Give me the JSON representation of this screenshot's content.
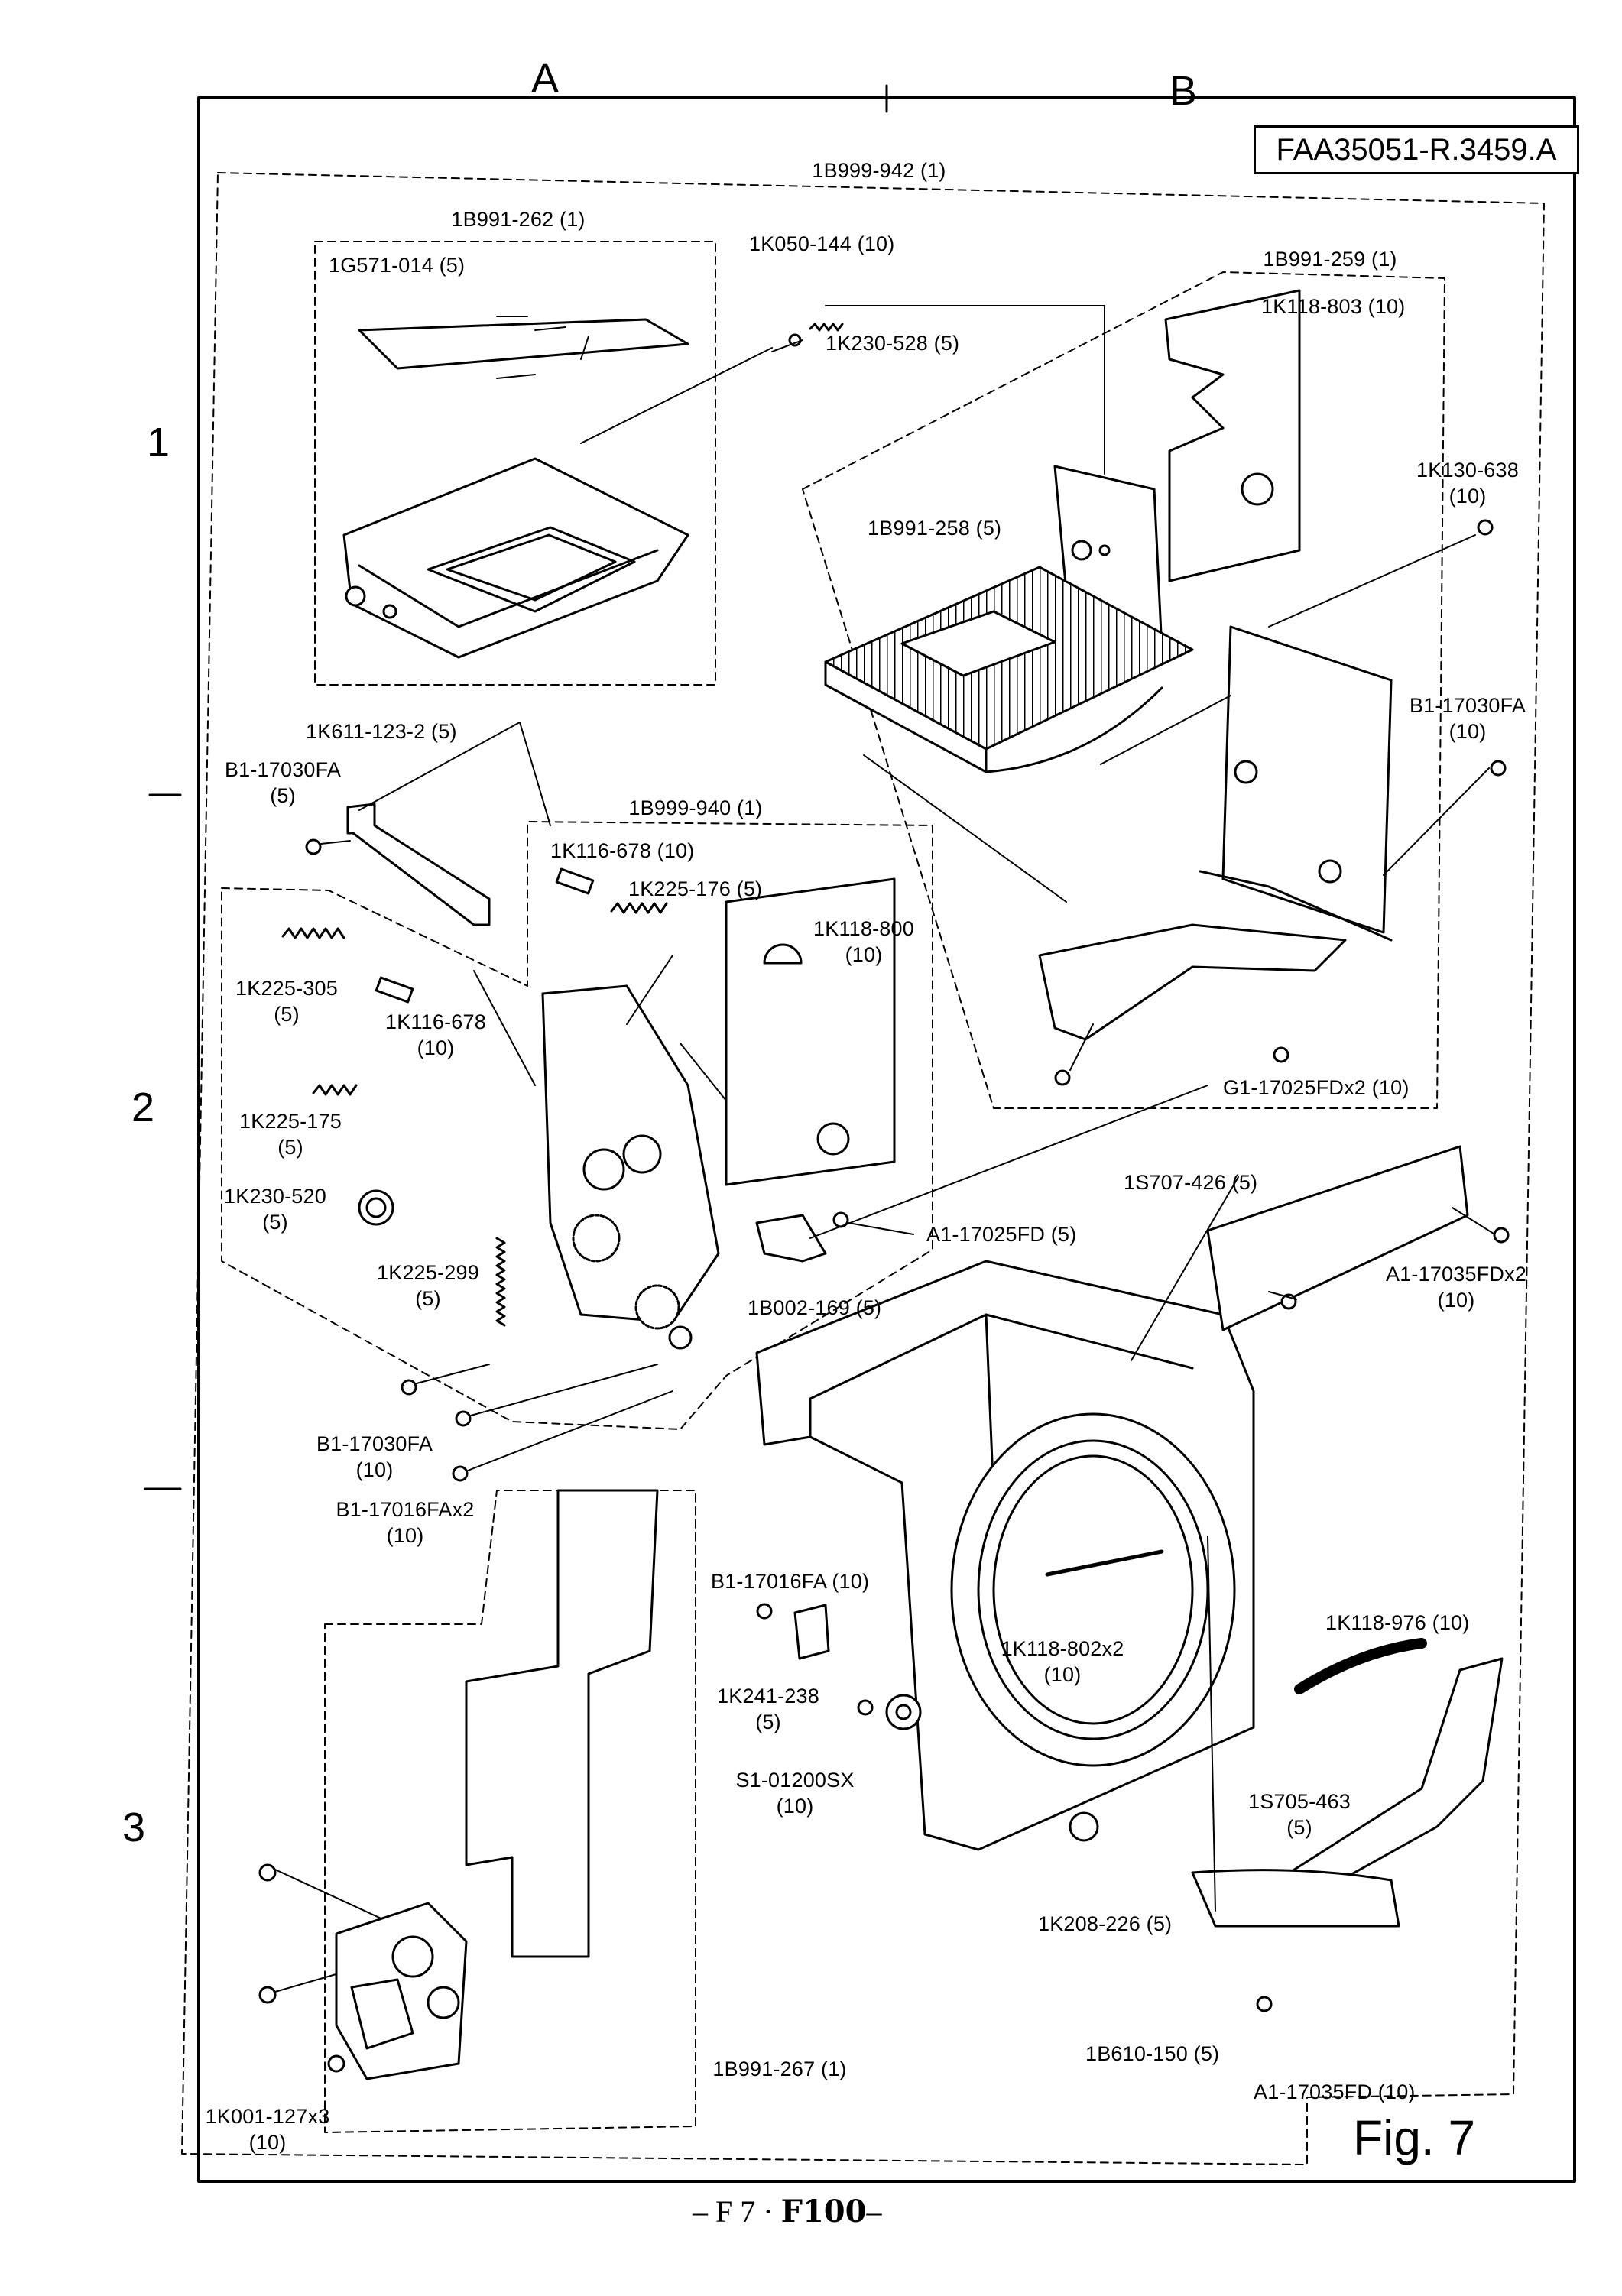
{
  "header": {
    "doc_id": "FAA35051-R.3459.A",
    "columns": [
      "A",
      "B"
    ],
    "rows": [
      "1",
      "2",
      "3"
    ]
  },
  "figure_label": "Fig.  7",
  "footer": {
    "prefix": "– F 7 ·",
    "model": "F100",
    "suffix": "–"
  },
  "assemblies": [
    {
      "part": "1B999-942 (1)"
    },
    {
      "part": "1B991-262 (1)"
    },
    {
      "part": "1B991-259 (1)"
    },
    {
      "part": "1B999-940 (1)"
    },
    {
      "part": "1B991-267 (1)"
    }
  ],
  "parts": [
    {
      "part": "1G571-014",
      "qty": "(5)"
    },
    {
      "part": "1K050-144",
      "qty": "(10)"
    },
    {
      "part": "1K230-528",
      "qty": "(5)"
    },
    {
      "part": "1K118-803",
      "qty": "(10)"
    },
    {
      "part": "1K130-638",
      "qty": "(10)"
    },
    {
      "part": "1B991-258",
      "qty": "(5)"
    },
    {
      "part": "B1-17030FA",
      "qty": "(10)"
    },
    {
      "part": "1K611-123-2",
      "qty": "(5)"
    },
    {
      "part": "B1-17030FA",
      "qty": "(5)"
    },
    {
      "part": "1K116-678",
      "qty": "(10)"
    },
    {
      "part": "1K225-176",
      "qty": "(5)"
    },
    {
      "part": "1K118-800",
      "qty": "(10)"
    },
    {
      "part": "1K225-305",
      "qty": "(5)"
    },
    {
      "part": "1K116-678",
      "qty": "(10)"
    },
    {
      "part": "1K225-175",
      "qty": "(5)"
    },
    {
      "part": "1K230-520",
      "qty": "(5)"
    },
    {
      "part": "1K225-299",
      "qty": "(5)"
    },
    {
      "part": "G1-17025FDx2",
      "qty": "(10)"
    },
    {
      "part": "A1-17025FD",
      "qty": "(5)"
    },
    {
      "part": "1B002-169",
      "qty": "(5)"
    },
    {
      "part": "1S707-426",
      "qty": "(5)"
    },
    {
      "part": "A1-17035FDx2",
      "qty": "(10)"
    },
    {
      "part": "B1-17030FA",
      "qty": "(10)"
    },
    {
      "part": "B1-17016FAx2",
      "qty": "(10)"
    },
    {
      "part": "B1-17016FA",
      "qty": "(10)"
    },
    {
      "part": "1K118-976",
      "qty": "(10)"
    },
    {
      "part": "1K118-802x2",
      "qty": "(10)"
    },
    {
      "part": "1K241-238",
      "qty": "(5)"
    },
    {
      "part": "S1-01200SX",
      "qty": "(10)"
    },
    {
      "part": "1S705-463",
      "qty": "(5)"
    },
    {
      "part": "1K208-226",
      "qty": "(5)"
    },
    {
      "part": "1B610-150",
      "qty": "(5)"
    },
    {
      "part": "A1-17035FD",
      "qty": "(10)"
    },
    {
      "part": "1K001-127x3",
      "qty": "(10)"
    }
  ]
}
